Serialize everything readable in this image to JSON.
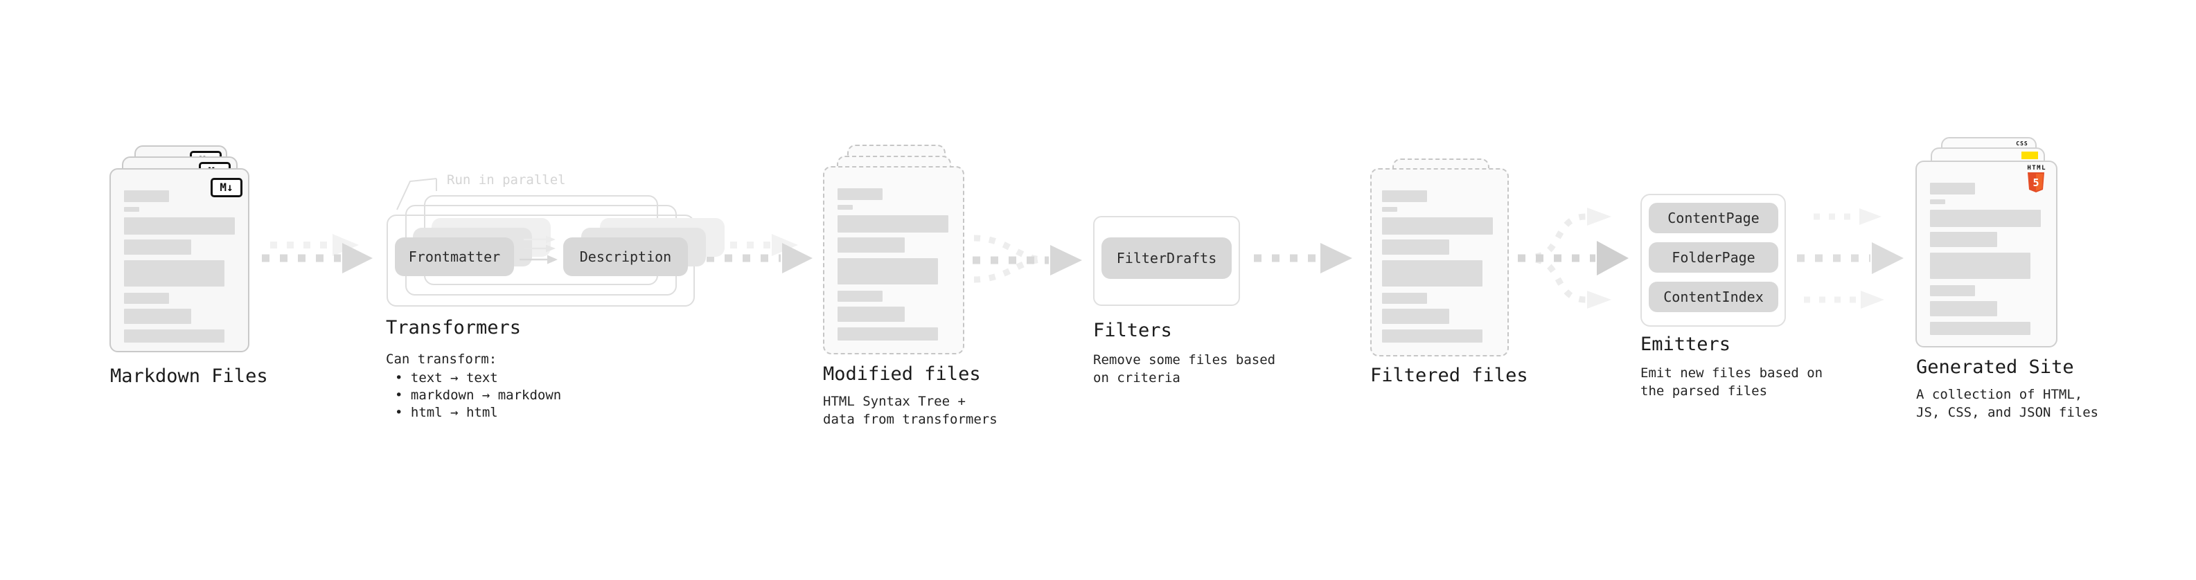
{
  "colors": {
    "card_border": "#c9c9c9",
    "card_background": "#f7f7f7",
    "placeholder_bar": "#dcdcdc",
    "pill_background": "#d8d8d8",
    "box_border": "#e0e0e0",
    "arrow": "#d9d9d9",
    "arrow_ghost": "#f1f1f1",
    "text": "#1f1f1f",
    "parallel_label": "#d4d4d4",
    "html5_orange": "#e44d26",
    "js_badge_yellow": "#ffdf00",
    "css_badge_blue": "#2c5bf2"
  },
  "stages": {
    "markdown": {
      "title": "Markdown Files",
      "badge": "M↓"
    },
    "transformers": {
      "title": "Transformers",
      "parallel_label": "Run in parallel",
      "pill_left": "Frontmatter",
      "pill_right": "Description",
      "note_heading": "Can transform:",
      "notes": [
        "• text → text",
        "• markdown → markdown",
        "• html → html"
      ]
    },
    "modified": {
      "title": "Modified files",
      "subtitle": "HTML Syntax Tree +\ndata from transformers"
    },
    "filters": {
      "title": "Filters",
      "pill": "FilterDrafts",
      "subtitle": "Remove some files based\non criteria"
    },
    "filtered": {
      "title": "Filtered files"
    },
    "emitters": {
      "title": "Emitters",
      "pills": [
        "ContentPage",
        "FolderPage",
        "ContentIndex"
      ],
      "subtitle": "Emit new files based on\nthe parsed files"
    },
    "generated": {
      "title": "Generated Site",
      "subtitle": "A collection of HTML,\nJS, CSS, and JSON files",
      "badges": {
        "css": "CSS",
        "html_label": "HTML",
        "html_number": "5"
      }
    }
  }
}
